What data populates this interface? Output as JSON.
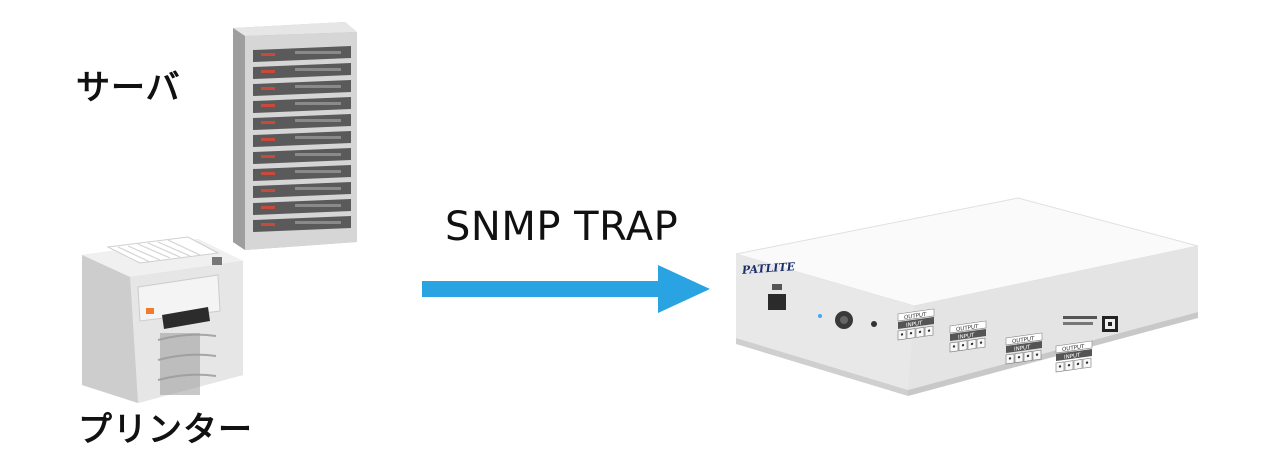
{
  "diagram": {
    "server_label": "サーバ",
    "printer_label": "プリンター",
    "arrow_label": "SNMP TRAP",
    "device_brand": "PATLITE",
    "device_port_labels": {
      "output": "OUTPUT",
      "input": "INPUT"
    },
    "colors": {
      "arrow": "#2aa3e2",
      "text": "#111111",
      "server_body": "#d9d9d9",
      "device_body": "#ececec"
    },
    "icons": [
      "server-rack-icon",
      "printer-icon",
      "network-device-icon",
      "arrow-right-icon"
    ]
  }
}
